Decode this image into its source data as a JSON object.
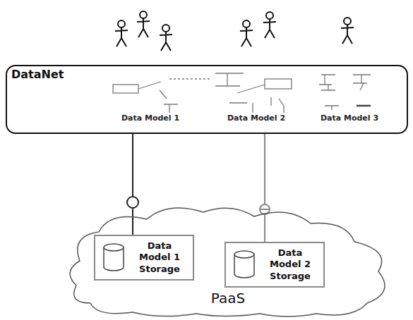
{
  "diagram": {
    "nodes": [
      {
        "text": [
          "DataNet"
        ]
      },
      {
        "text": [
          "PaaS"
        ]
      },
      {
        "text": [
          "Data Model 1 Storage"
        ],
        "in": 1
      },
      {
        "text": [
          "Data Model 2 Storage"
        ],
        "in": 1
      }
    ],
    "edges": [
      {
        "from": 0,
        "to": 2,
        "arrow": "none"
      },
      {
        "from": 0,
        "to": 3,
        "arrow": "none"
      }
    ],
    "labels": [
      "Data Model 1",
      "Data Model 2",
      "Data Model 3"
    ]
  }
}
